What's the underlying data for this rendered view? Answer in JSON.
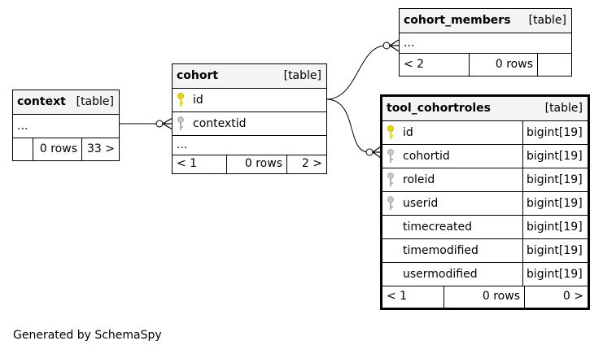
{
  "tables": {
    "context": {
      "name": "context",
      "type_label": "[table]",
      "ellipsis": "...",
      "stats": [
        "",
        "0 rows",
        "33 >"
      ]
    },
    "cohort": {
      "name": "cohort",
      "type_label": "[table]",
      "columns": [
        {
          "name": "id",
          "key": "primary-key-icon"
        },
        {
          "name": "contextid",
          "key": "foreign-key-icon"
        }
      ],
      "ellipsis": "...",
      "stats": [
        "< 1",
        "0 rows",
        "2 >"
      ]
    },
    "cohort_members": {
      "name": "cohort_members",
      "type_label": "[table]",
      "ellipsis": "...",
      "stats": [
        "< 2",
        "0 rows",
        ""
      ]
    },
    "tool_cohortroles": {
      "name": "tool_cohortroles",
      "type_label": "[table]",
      "columns": [
        {
          "name": "id",
          "type": "bigint[19]",
          "key": "primary-key-icon"
        },
        {
          "name": "cohortid",
          "type": "bigint[19]",
          "key": "foreign-key-icon"
        },
        {
          "name": "roleid",
          "type": "bigint[19]",
          "key": "foreign-key-icon"
        },
        {
          "name": "userid",
          "type": "bigint[19]",
          "key": "foreign-key-icon"
        },
        {
          "name": "timecreated",
          "type": "bigint[19]",
          "key": ""
        },
        {
          "name": "timemodified",
          "type": "bigint[19]",
          "key": ""
        },
        {
          "name": "usermodified",
          "type": "bigint[19]",
          "key": ""
        }
      ],
      "stats": [
        "< 1",
        "0 rows",
        "0 >"
      ]
    }
  },
  "colors": {
    "primary_key": "#e8d800",
    "foreign_key": "#b0b0b0",
    "header_bg": "#f4f4f4"
  },
  "footer": "Generated by SchemaSpy"
}
